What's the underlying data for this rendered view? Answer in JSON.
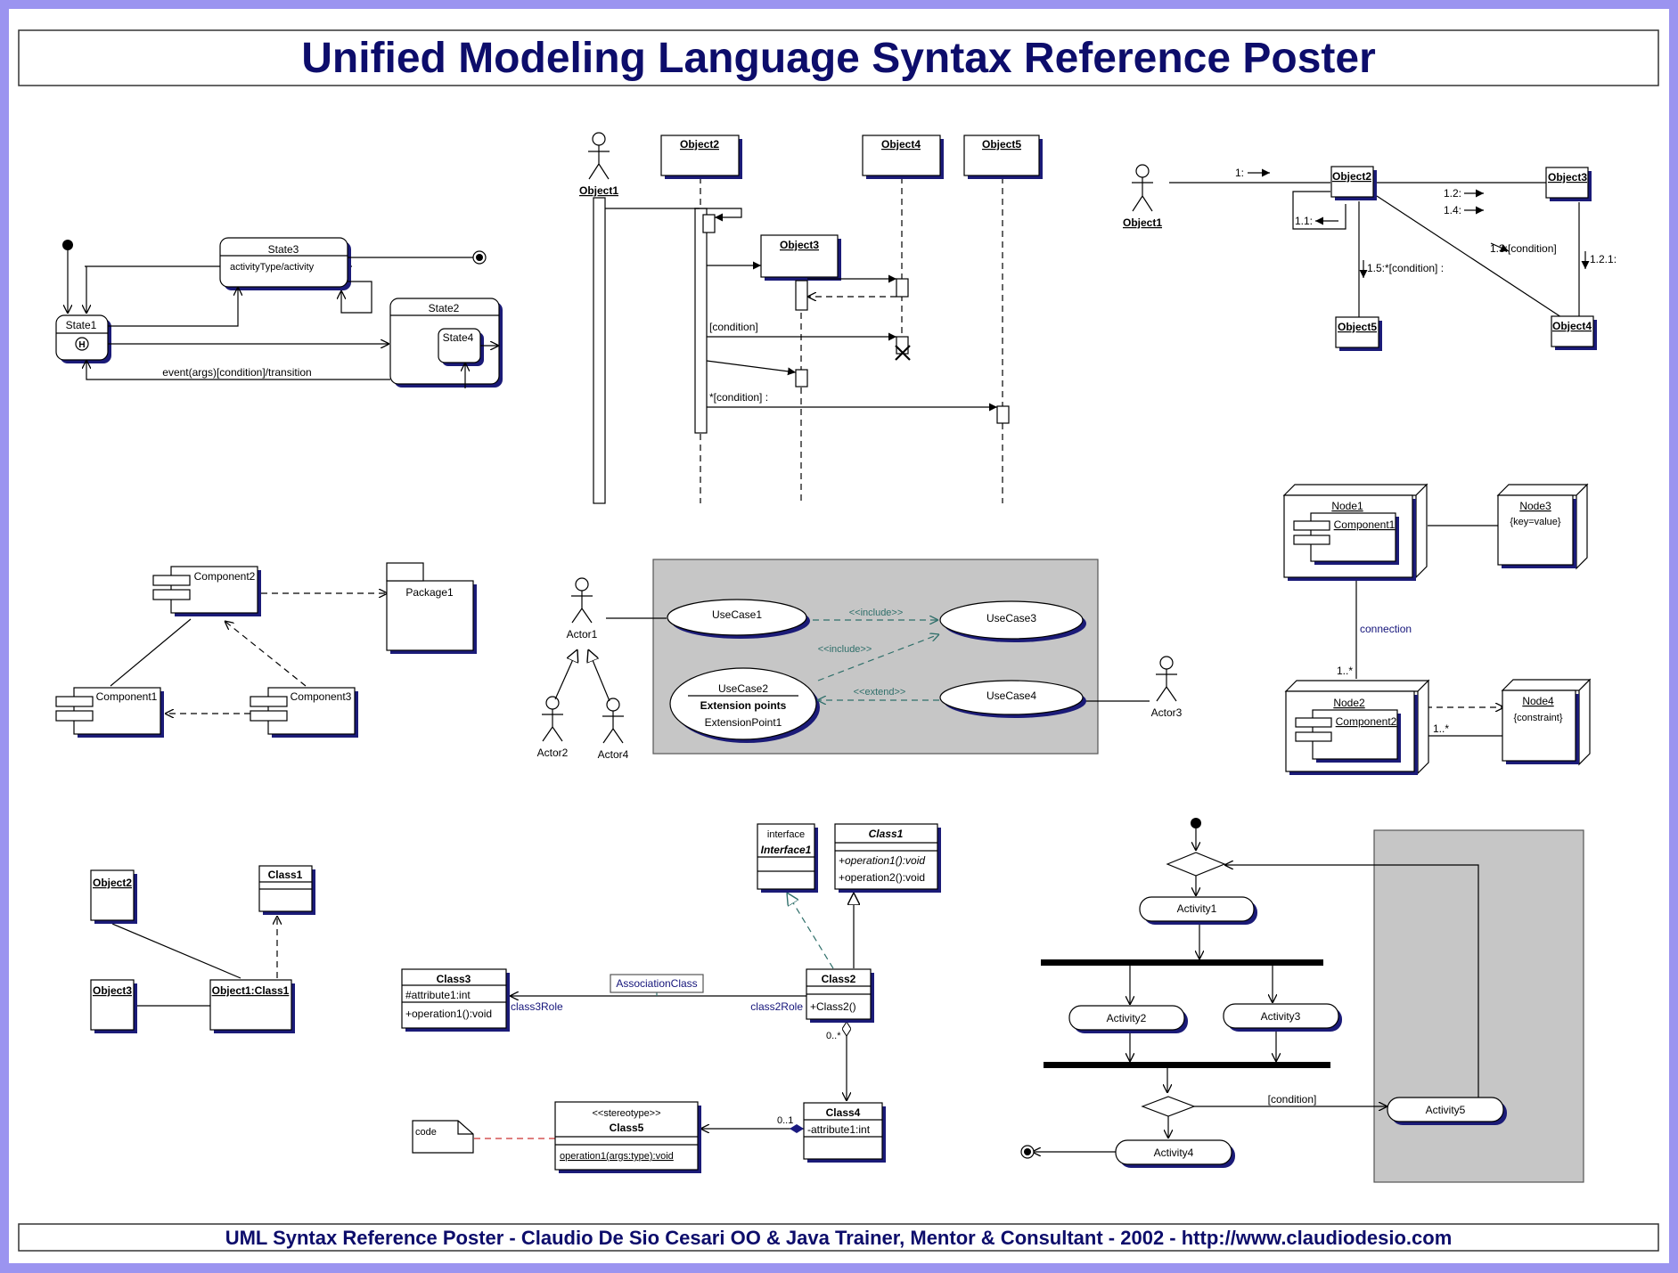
{
  "title": "Unified Modeling Language Syntax Reference Poster",
  "footer": "UML Syntax Reference Poster - Claudio De Sio Cesari OO & Java Trainer, Mentor & Consultant - 2002 - http://www.claudiodesio.com",
  "colors": {
    "frame": "#9b94f0",
    "title": "#0d0d6b",
    "shadow": "#1b1b78",
    "gray": "#c6c6c6",
    "dash": "#2f6f6a"
  },
  "state_diagram": {
    "state3": "State3",
    "state3_activity": "activityType/activity",
    "state1": "State1",
    "history": "H",
    "state2": "State2",
    "state4": "State4",
    "transition": "event(args)[condition]/transition"
  },
  "sequence_diagram": {
    "object1": "Object1",
    "object2": "Object2",
    "object3": "Object3",
    "object4": "Object4",
    "object5": "Object5",
    "condition": "[condition]",
    "iteration": "*[condition] :"
  },
  "collaboration_diagram": {
    "object1": "Object1",
    "object2": "Object2",
    "object3": "Object3",
    "object4": "Object4",
    "object5": "Object5",
    "m1": "1:",
    "m11": "1.1:",
    "m12": "1.2:",
    "m14": "1.4:",
    "m13": "1.3:[condition]",
    "m15": "1.5:*[condition] :",
    "m121": "1.2.1:"
  },
  "component_diagram": {
    "component1": "Component1",
    "component2": "Component2",
    "component3": "Component3",
    "package1": "Package1"
  },
  "usecase_diagram": {
    "actor1": "Actor1",
    "actor2": "Actor2",
    "actor3": "Actor3",
    "actor4": "Actor4",
    "usecase1": "UseCase1",
    "usecase2": "UseCase2",
    "usecase3": "UseCase3",
    "usecase4": "UseCase4",
    "extension_points": "Extension points",
    "extension_point1": "ExtensionPoint1",
    "include1": "<<include>>",
    "include2": "<<include>>",
    "extend": "<<extend>>"
  },
  "deployment_diagram": {
    "node1": "Node1",
    "node2": "Node2",
    "node3": "Node3",
    "node4": "Node4",
    "component1": "Component1",
    "component2": "Component2",
    "key_value": "{key=value}",
    "constraint": "{constraint}",
    "connection": "connection",
    "mult1": "1..*",
    "mult2": "1..*"
  },
  "object_diagram": {
    "object2": "Object2",
    "object3": "Object3",
    "class1": "Class1",
    "object1_class1": "Object1:Class1"
  },
  "class_diagram": {
    "interface_stereotype": "interface",
    "interface1": "Interface1",
    "class1": "Class1",
    "op1": "+operation1():void",
    "op2": "+operation2():void",
    "class2": "Class2",
    "class2_ctor": "+Class2()",
    "class3": "Class3",
    "class3_attr": "#attribute1:int",
    "class3_op": "+operation1():void",
    "association_class": "AssociationClass",
    "class3_role": "class3Role",
    "class2_role": "class2Role",
    "class4": "Class4",
    "class4_attr": "-attribute1:int",
    "class5_stereotype": "<<stereotype>>",
    "class5": "Class5",
    "class5_op": "operation1(args:type):void",
    "note": "code",
    "mult_many": "0..*",
    "mult_one": "0..1"
  },
  "activity_diagram": {
    "activity1": "Activity1",
    "activity2": "Activity2",
    "activity3": "Activity3",
    "activity4": "Activity4",
    "activity5": "Activity5",
    "guard": "[condition]"
  }
}
